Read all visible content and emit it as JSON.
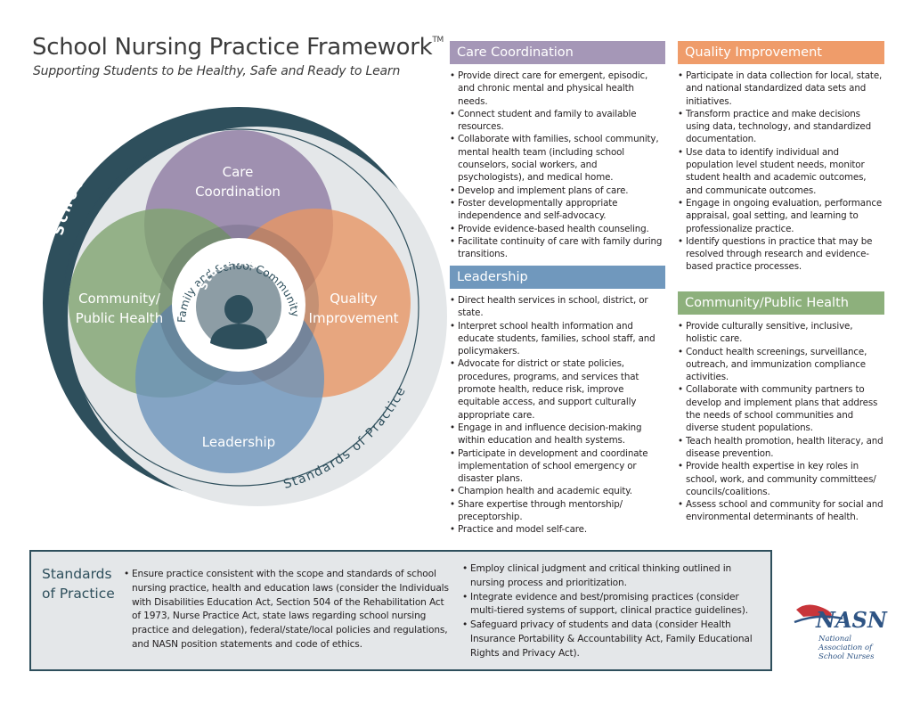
{
  "header": {
    "title": "School Nursing Practice Framework",
    "trademark": "TM",
    "subtitle": "Supporting Students to be Healthy, Safe and Ready to Learn"
  },
  "diagram": {
    "outer_arc_label": "School Nurse",
    "bottom_arc_label": "Standards of Practice",
    "top_circle": [
      "Care",
      "Coordination"
    ],
    "left_circle": [
      "Community/",
      "Public Health"
    ],
    "right_circle": [
      "Quality",
      "Improvement"
    ],
    "bottom_circle": "Leadership",
    "ring_label": "Family and School Community",
    "center_label": "Students",
    "colors": {
      "care": "#8d7ba1",
      "community": "#7fa46f",
      "quality": "#e79664",
      "leadership": "#6c93ba",
      "outer": "#2e4f5c",
      "gray_disc": "#e4e7e9"
    }
  },
  "panels": {
    "care": {
      "title": "Care Coordination",
      "color": "#a597b7",
      "items": [
        "Provide direct care for emergent, episodic, and chronic mental and physical health needs.",
        "Connect student and family to available resources.",
        "Collaborate with families, school community, mental health team (including school counselors, social workers, and psychologists), and medical home.",
        "Develop and implement plans of care.",
        "Foster developmentally appropriate independence and self-advocacy.",
        "Provide evidence-based health counseling.",
        "Facilitate continuity of care with family during transitions."
      ]
    },
    "leadership": {
      "title": "Leadership",
      "color": "#7098bd",
      "items": [
        "Direct health services in school, district, or state.",
        "Interpret school health information and educate students, families, school staff, and policymakers.",
        "Advocate for district or state policies, procedures, programs, and services that promote health, reduce risk, improve equitable access, and support culturally appropriate care.",
        "Engage in and influence decision-making within education and health systems.",
        "Participate in development and coordinate implementation of school emergency or disaster plans.",
        "Champion health and academic equity.",
        "Share expertise through mentorship/ preceptorship.",
        "Practice and model self-care."
      ]
    },
    "quality": {
      "title": "Quality Improvement",
      "color": "#ef9c6a",
      "items": [
        "Participate in data collection for local, state, and national standardized data sets and initiatives.",
        "Transform practice and make decisions using data, technology, and standardized documentation.",
        "Use data to identify individual and population level student needs, monitor student health and academic outcomes, and communicate outcomes.",
        "Engage in ongoing evaluation, performance appraisal, goal setting, and learning to professionalize practice.",
        "Identify questions in practice that may be resolved through research and evidence-based practice processes."
      ]
    },
    "community": {
      "title": "Community/Public Health",
      "color": "#8db07c",
      "items": [
        "Provide culturally sensitive, inclusive, holistic care.",
        "Conduct health screenings, surveillance, outreach, and immunization compliance activities.",
        "Collaborate with community partners to develop and implement plans that address the needs of school communities and diverse student populations.",
        "Teach health promotion, health literacy, and disease prevention.",
        "Provide health expertise in key roles in school, work, and community committees/ councils/coalitions.",
        "Assess school and community for social and environmental determinants of health."
      ]
    }
  },
  "standards": {
    "title": "Standards of Practice",
    "left_items": [
      "Ensure practice consistent with the scope and standards of school nursing practice, health and education laws (consider the Individuals with Disabilities Education Act, Section 504 of the Rehabilitation Act of 1973, Nurse Practice Act, state laws regarding school nursing practice and delegation), federal/state/local policies and regulations, and NASN position statements and code of ethics."
    ],
    "right_items": [
      "Employ clinical judgment and critical thinking outlined in nursing process and prioritization.",
      "Integrate evidence and best/promising practices (consider multi-tiered systems of support, clinical practice guidelines).",
      "Safeguard privacy of students and data (consider Health Insurance Portability & Accountability Act, Family Educational Rights and Privacy Act)."
    ]
  },
  "logo": {
    "wordmark": "NASN",
    "line1": "National",
    "line2": "Association of",
    "line3": "School Nurses"
  }
}
